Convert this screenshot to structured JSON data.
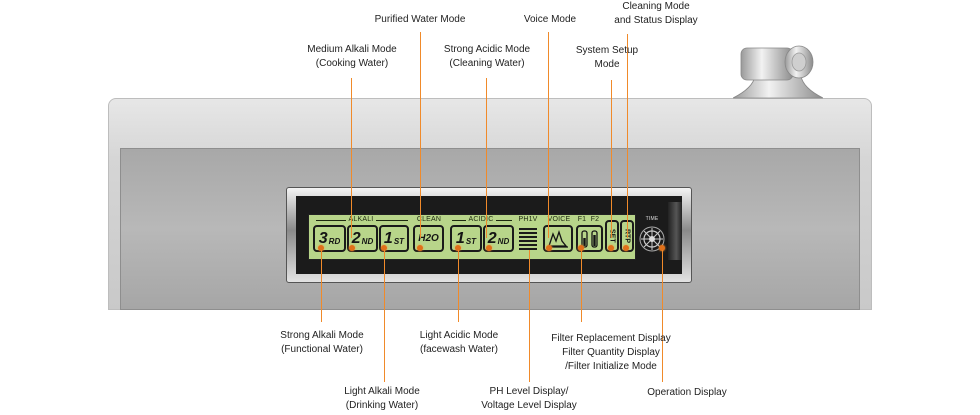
{
  "callouts": {
    "purified_water": "Purified Water Mode",
    "voice": "Voice Mode",
    "cleaning_status_1": "Cleaning Mode",
    "cleaning_status_2": "and Status Display",
    "medium_alkali_1": "Medium Alkali Mode",
    "medium_alkali_2": "(Cooking Water)",
    "strong_acidic_1": "Strong Acidic Mode",
    "strong_acidic_2": "(Cleaning Water)",
    "system_setup_1": "System Setup",
    "system_setup_2": "Mode",
    "strong_alkali_1": "Strong Alkali Mode",
    "strong_alkali_2": "(Functional Water)",
    "light_acidic_1": "Light Acidic Mode",
    "light_acidic_2": "(facewash Water)",
    "filter_replacement": "Filter Replacement Display",
    "filter_quantity": "Filter Quantity Display",
    "filter_initialize": "/Filter Initialize Mode",
    "light_alkali_1": "Light Alkali Mode",
    "light_alkali_2": "(Drinking Water)",
    "ph_level_1": "PH Level Display/",
    "ph_level_2": "Voltage Level Display",
    "operation": "Operation Display"
  },
  "lcd": {
    "alkali_label": "ALKALI",
    "clean_label": "CLEAN",
    "acidic_label": "ACIDIC",
    "phv_label": "PH1V",
    "voice_label": "VOICE",
    "f1_label": "F1",
    "f2_label": "F2",
    "time_label": "TIME",
    "btn_3rd_num": "3",
    "btn_3rd_suffix": "RD",
    "btn_2nd_num": "2",
    "btn_2nd_suffix": "ND",
    "btn_1st_num": "1",
    "btn_1st_suffix": "ST",
    "btn_h2o": "H2O",
    "btn_acid1_num": "1",
    "btn_acid1_suffix": "ST",
    "btn_acid2_num": "2",
    "btn_acid2_suffix": "ND",
    "set_label": "SET",
    "rtp_label": "RTP"
  },
  "colors": {
    "lcd_background": "#b8d58a",
    "callout_line": "#f08a2a",
    "indicator_dot": "#e0701a"
  }
}
